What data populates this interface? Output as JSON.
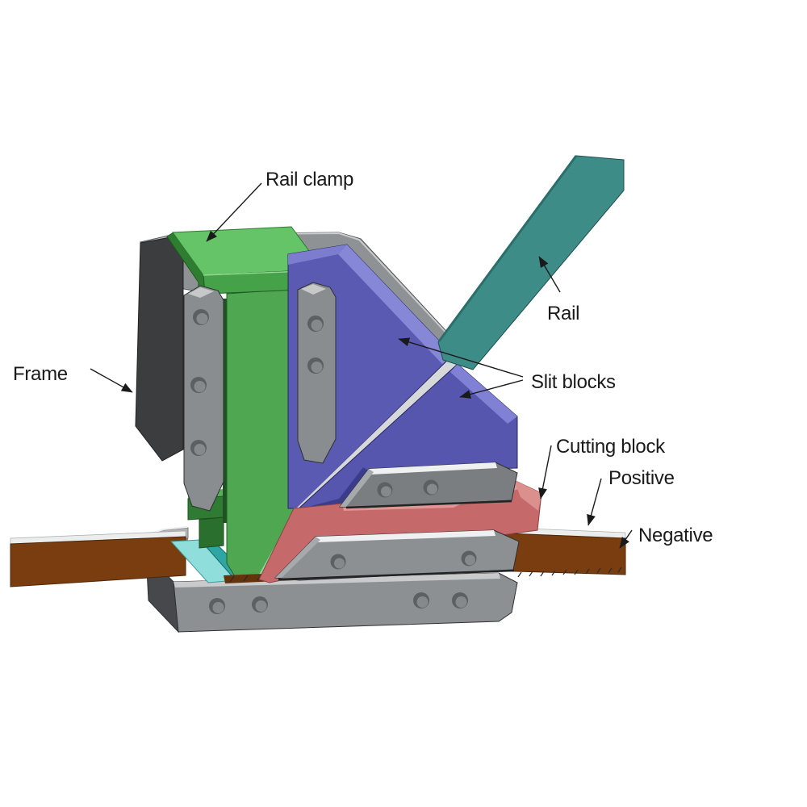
{
  "figure": {
    "type": "cad-assembly-diagram",
    "background": "#ffffff",
    "annotation": {
      "text_color": "#1a1a1a",
      "arrow_color": "#1a1a1a"
    },
    "labels": {
      "rail_clamp": "Rail clamp",
      "rail": "Rail",
      "frame": "Frame",
      "slit_blocks": "Slit blocks",
      "cutting_block": "Cutting block",
      "positive": "Positive",
      "negative": "Negative"
    },
    "parts": [
      {
        "name": "rail-clamp",
        "label": "Rail clamp",
        "color": "#4fa851",
        "top_color": "#66c468"
      },
      {
        "name": "rail",
        "label": "Rail",
        "color": "#3d8c88"
      },
      {
        "name": "frame",
        "label": "Frame",
        "color": "#3b3d3f"
      },
      {
        "name": "slit-block-upper",
        "label": "Slit blocks",
        "color": "#5a5ab2"
      },
      {
        "name": "slit-block-lower",
        "label": "Slit blocks",
        "color": "#5656ae"
      },
      {
        "name": "cutting-block",
        "label": "Cutting block",
        "color": "#c5696b"
      },
      {
        "name": "positive-electrode",
        "label": "Positive",
        "color": "#eceeed"
      },
      {
        "name": "negative-electrode",
        "label": "Negative",
        "color": "#7a3d10"
      },
      {
        "name": "clamp-plate",
        "color": "#8d9093"
      },
      {
        "name": "guide-wedge",
        "color": "#8fdedc"
      }
    ]
  }
}
